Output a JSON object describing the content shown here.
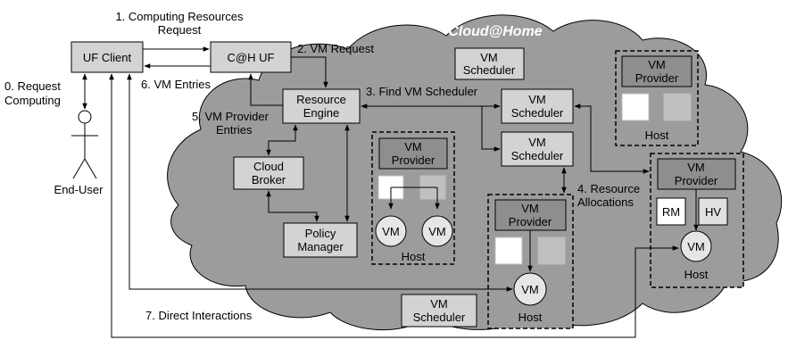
{
  "cloud_title": "Cloud@Home",
  "nodes": {
    "uf_client": "UF Client",
    "ch_uf": "C@H UF",
    "resource_engine": [
      "Resource",
      "Engine"
    ],
    "cloud_broker": [
      "Cloud",
      "Broker"
    ],
    "policy_manager": [
      "Policy",
      "Manager"
    ],
    "vm_scheduler": [
      "VM",
      "Scheduler"
    ],
    "vm_provider": [
      "VM",
      "Provider"
    ],
    "vm": "VM",
    "host": "Host",
    "rm": "RM",
    "hv": "HV",
    "end_user": "End-User"
  },
  "edges": {
    "e0": [
      "0. Request",
      "Computing"
    ],
    "e1": [
      "1. Computing Resources",
      "Request"
    ],
    "e2": "2. VM Request",
    "e3": "3. Find VM Scheduler",
    "e4": [
      "4. Resource",
      "Allocations"
    ],
    "e5": [
      "5. VM Provider",
      "Entries"
    ],
    "e6": "6. VM Entries",
    "e7": "7. Direct Interactions"
  },
  "colors": {
    "cloud_fill": "#9c9c9c",
    "box_fill": "#d3d3d3",
    "dark_box_fill": "#8e8e8e",
    "title": "#ffffff"
  }
}
